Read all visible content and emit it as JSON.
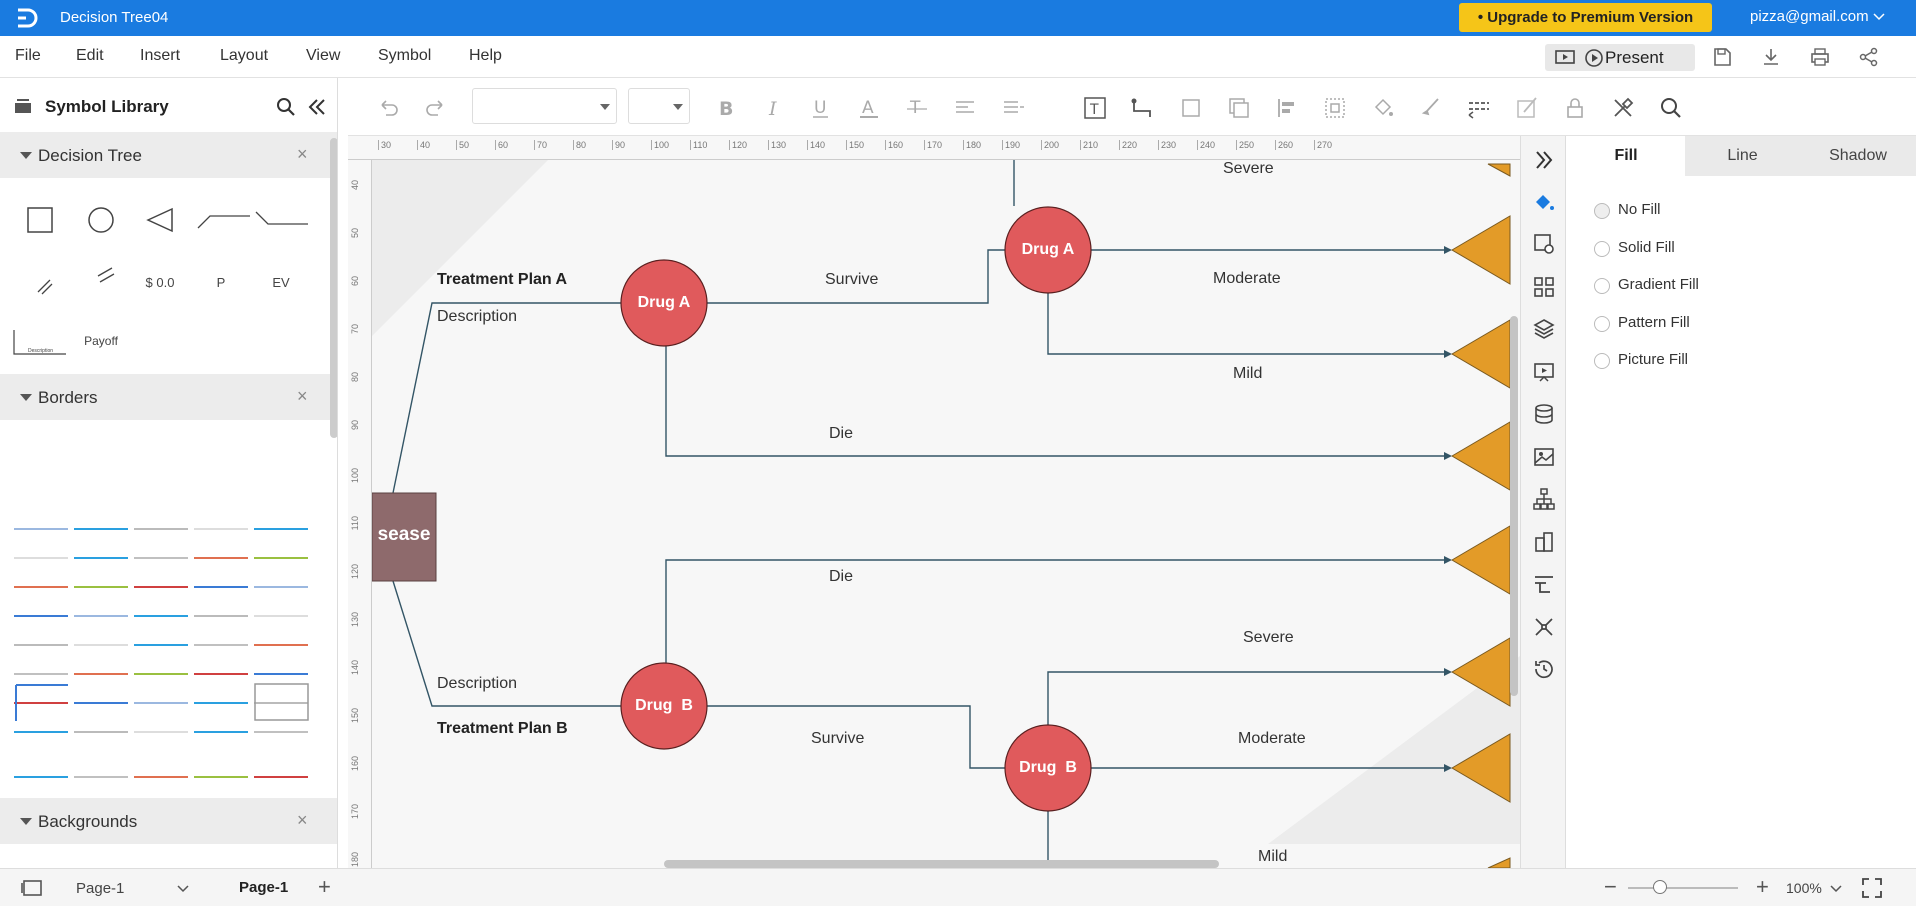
{
  "app": {
    "doc_title": "Decision Tree04",
    "upgrade_label": "Upgrade to Premium Version",
    "user_email": "pizza@gmail.com"
  },
  "menu": [
    "File",
    "Edit",
    "Insert",
    "Layout",
    "View",
    "Symbol",
    "Help"
  ],
  "present_label": "Present",
  "sidebar": {
    "title": "Symbol Library",
    "sections": {
      "decision_tree": "Decision Tree",
      "borders": "Borders",
      "backgrounds": "Backgrounds"
    },
    "symbol_labels": {
      "dollar": "$ 0.0",
      "p": "P",
      "ev": "EV",
      "description": "Description",
      "payoff": "Payoff"
    }
  },
  "right_panel": {
    "tabs": [
      "Fill",
      "Line",
      "Shadow"
    ],
    "fill_options": [
      "No Fill",
      "Solid Fill",
      "Gradient Fill",
      "Pattern Fill",
      "Picture Fill"
    ]
  },
  "status": {
    "page_select": "Page-1",
    "page_tab": "Page-1",
    "zoom": "100%"
  },
  "diagram": {
    "root": "sease",
    "plan_a": "Treatment Plan A",
    "plan_b": "Treatment Plan B",
    "desc_a": "Description",
    "desc_b": "Description",
    "drug_a1": "Drug A",
    "drug_a2": "Drug A",
    "drug_b1": "Drug  B",
    "drug_b2": "Drug  B",
    "survive_a": "Survive",
    "survive_b": "Survive",
    "die_a": "Die",
    "die_b": "Die",
    "severe_a": "Severe",
    "moderate_a": "Moderate",
    "mild_a": "Mild",
    "severe_b": "Severe",
    "moderate_b": "Moderate",
    "mild_b": "Mild"
  },
  "ruler_top": [
    "30",
    "40",
    "50",
    "60",
    "70",
    "80",
    "90",
    "100",
    "110",
    "120",
    "130",
    "140",
    "150",
    "160",
    "170",
    "180",
    "190",
    "200",
    "210",
    "220",
    "230",
    "240",
    "250",
    "260",
    "270"
  ],
  "ruler_left": [
    "40",
    "50",
    "60",
    "70",
    "80",
    "90",
    "100",
    "110",
    "120",
    "130",
    "140",
    "150",
    "160",
    "170",
    "180"
  ],
  "colors": {
    "brand": "#1a7be0",
    "chance_node": "#e05a5c",
    "end_node": "#e39b28",
    "decision_node": "#8e6a6c",
    "upgrade": "#f5c518"
  }
}
